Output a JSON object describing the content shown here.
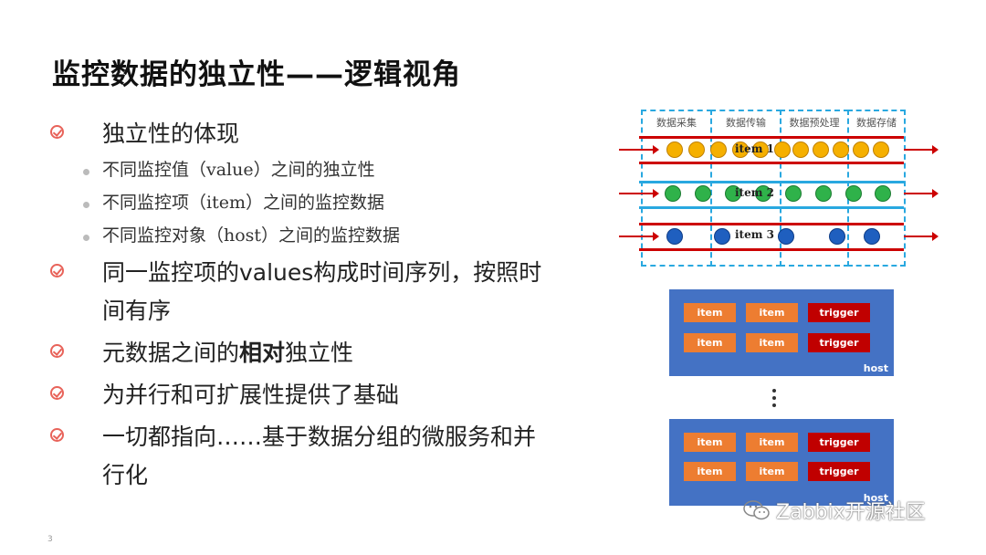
{
  "title": "监控数据的独立性——逻辑视角",
  "bullets": {
    "b1": "独立性的体现",
    "b1_sub": [
      "不同监控值（value）之间的独立性",
      "不同监控项（item）之间的监控数据",
      "不同监控对象（host）之间的监控数据"
    ],
    "b2_line1": "同一监控项的values构成时间序列，按照时",
    "b2_line2": "间有序",
    "b3_pre": "元数据之间的",
    "b3_bold": "相对",
    "b3_post": "独立性",
    "b4": "为并行和可扩展性提供了基础",
    "b5_line1": "一切都指向……基于数据分组的微服务和并",
    "b5_line2": "行化"
  },
  "page_number": "3",
  "diagram": {
    "stages": [
      "数据采集",
      "数据传输",
      "数据预处理",
      "数据存储"
    ],
    "rows": [
      "item 1",
      "item 2",
      "item 3"
    ],
    "colors": {
      "orange": "#f5b000",
      "green": "#2fb24a",
      "blue": "#1f5fbf",
      "red_rail": "#c00000",
      "blue_rail": "#29a8e0"
    }
  },
  "hosts": [
    {
      "chips": [
        "item",
        "item",
        "trigger",
        "item",
        "item",
        "trigger"
      ],
      "label": "host"
    },
    {
      "chips": [
        "item",
        "item",
        "trigger",
        "item",
        "item",
        "trigger"
      ],
      "label": "host"
    }
  ],
  "watermark": {
    "text": "Zabbix开源社区",
    "icon": "wechat-icon"
  }
}
